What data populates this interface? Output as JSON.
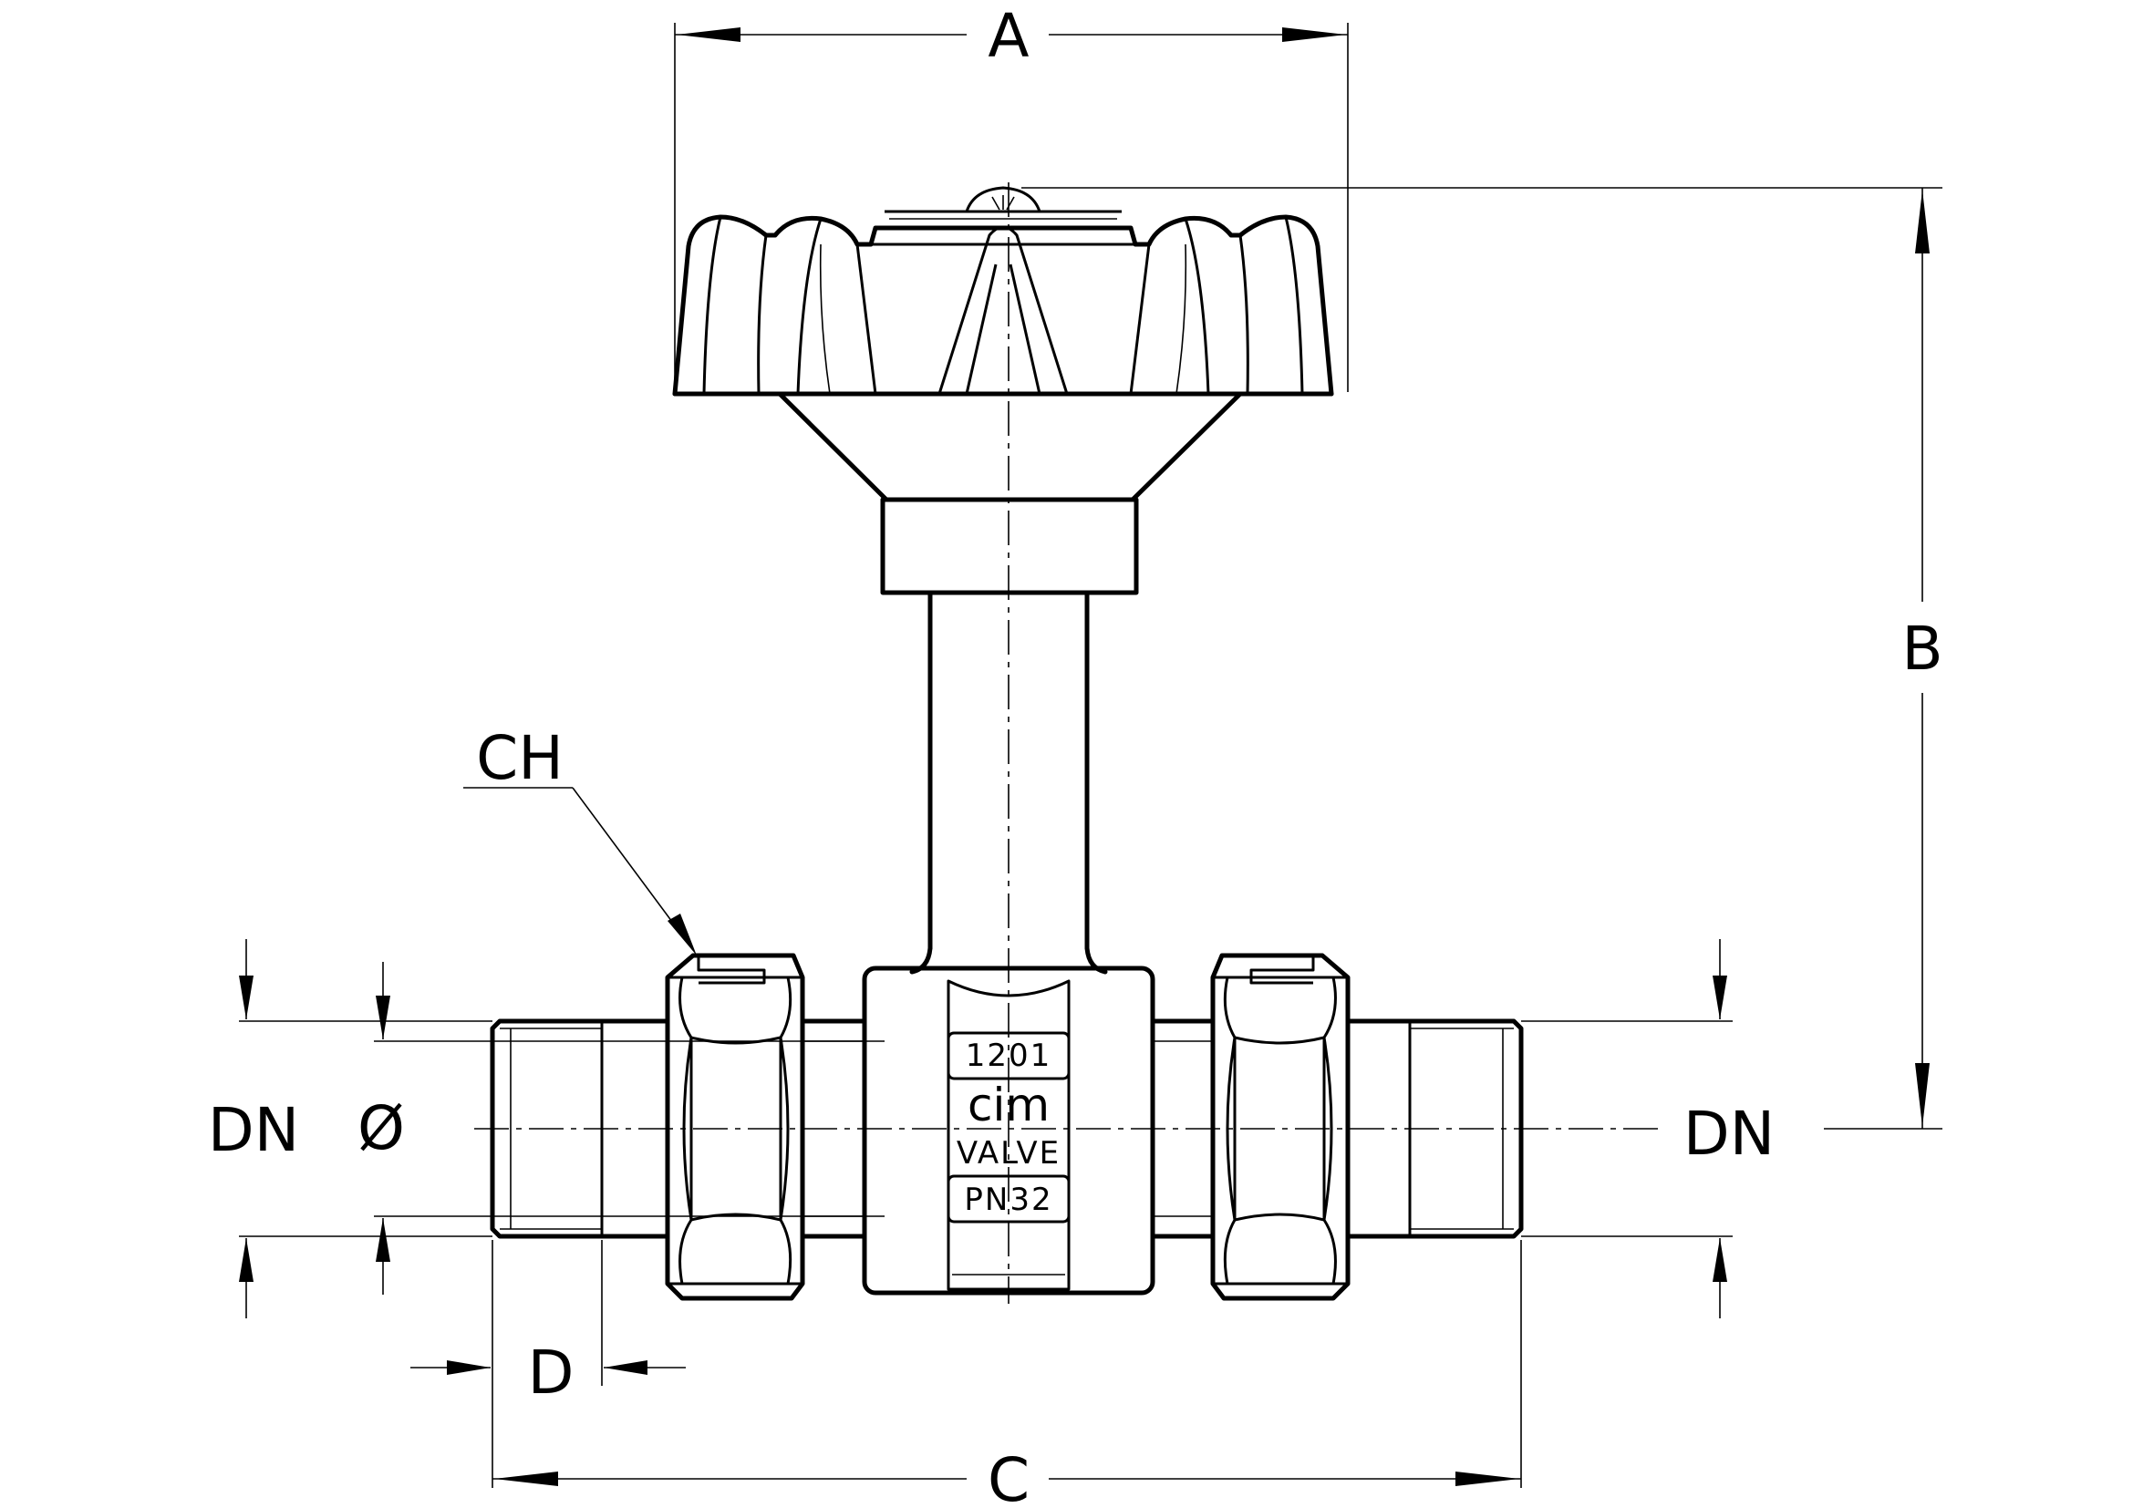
{
  "dimensions": {
    "A": "A",
    "B": "B",
    "C": "C",
    "D": "D",
    "CH": "CH",
    "DN_left": "DN",
    "DN_right": "DN",
    "diameter": "Ø"
  },
  "body_markings": {
    "code": "1201",
    "brand": "cim",
    "type": "VALVE",
    "pressure": "PN32"
  }
}
